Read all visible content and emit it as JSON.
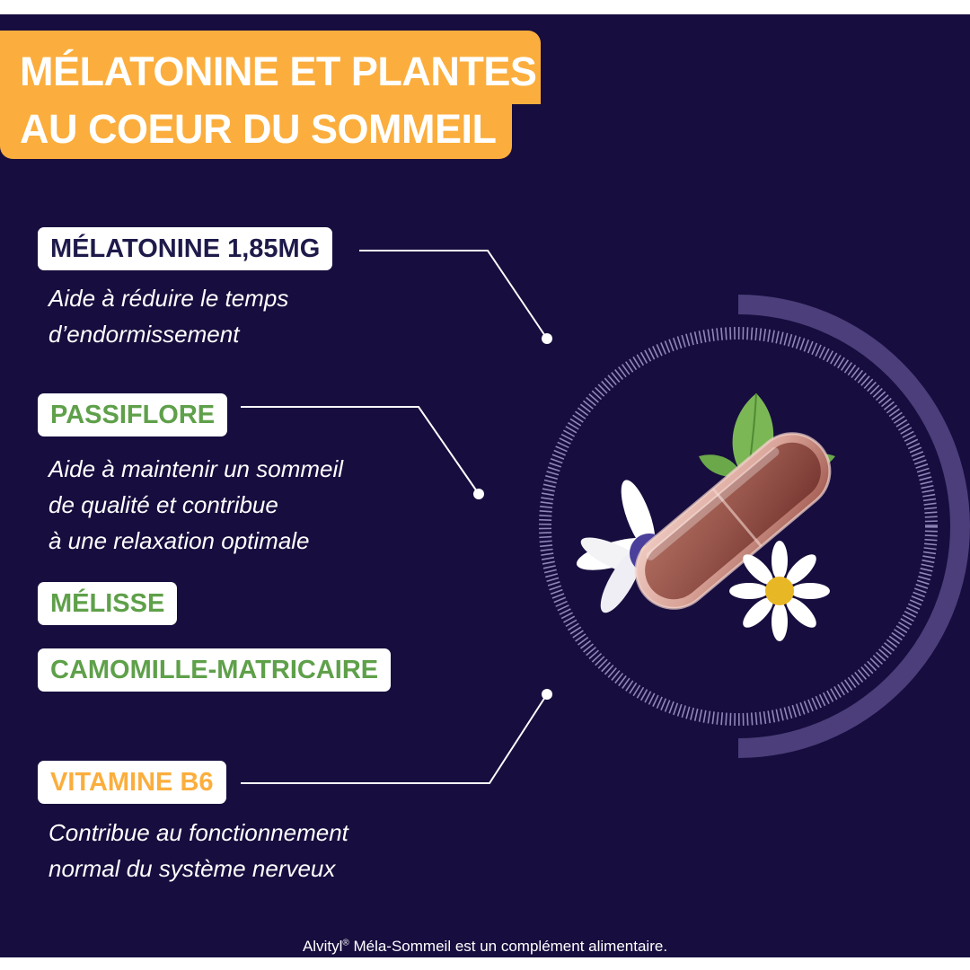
{
  "title": "MÉLATONINE ET PLANTES\nAU COEUR DU SOMMEIL",
  "ingredients": [
    {
      "name": "MÉLATONINE 1,85MG",
      "description": "Aide à réduire le temps\nd’endormissement",
      "color": "#1e1a4a"
    },
    {
      "name": "PASSIFLORE",
      "description": "Aide à maintenir un sommeil\nde qualité et contribue\nà une relaxation optimale",
      "color": "#5fa04a"
    },
    {
      "name": "MÉLISSE",
      "color": "#5fa04a"
    },
    {
      "name": "CAMOMILLE-MATRICAIRE",
      "color": "#5fa04a"
    },
    {
      "name": "VITAMINE B6",
      "description": "Contribue au fonctionnement\nnormal du système nerveux",
      "color": "#fbae3d"
    }
  ],
  "footer": {
    "brand": "Alvityl",
    "registered": "®",
    "text": " Méla-Sommeil est un complément alimentaire."
  },
  "colors": {
    "background": "#170d3e",
    "title_box": "#fbae3d",
    "capsule": "#9c5148",
    "ring": "#5d4f8f"
  },
  "icons": [
    "capsule-icon",
    "passionflower-icon",
    "chamomile-icon",
    "mint-leaf-icon"
  ]
}
